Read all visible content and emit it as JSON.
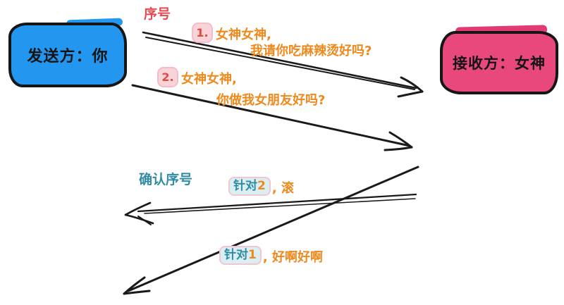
{
  "diagram_title_context": "TCP sequence / acknowledgment joke diagram",
  "nodes": {
    "sender": "发送方：你",
    "receiver": "接收方：女神"
  },
  "labels": {
    "sequence": "序号",
    "ack": "确认序号"
  },
  "messages": [
    {
      "badge": "1.",
      "line1": "女神女神,",
      "line2": "我请你吃麻辣烫好吗?"
    },
    {
      "badge": "2.",
      "line1": "女神女神,",
      "line2": "你做我女朋友好吗?"
    }
  ],
  "acks": [
    {
      "badge_prefix": "针对",
      "badge_num": "2",
      "reply": ", 滚"
    },
    {
      "badge_prefix": "针对",
      "badge_num": "1",
      "reply": ", 好啊好啊"
    }
  ],
  "colors": {
    "sender_fill": "#2397f0",
    "receiver_fill": "#e8487c",
    "message_text_orange": "#ee8a1d",
    "sequence_label_red": "#e34b52",
    "ack_label_teal": "#2f8ca4",
    "number_badge_pink_bg": "#f9d3da",
    "ack_badge_blue_bg": "#daeef3",
    "arrow_black": "#1a1a1a"
  }
}
